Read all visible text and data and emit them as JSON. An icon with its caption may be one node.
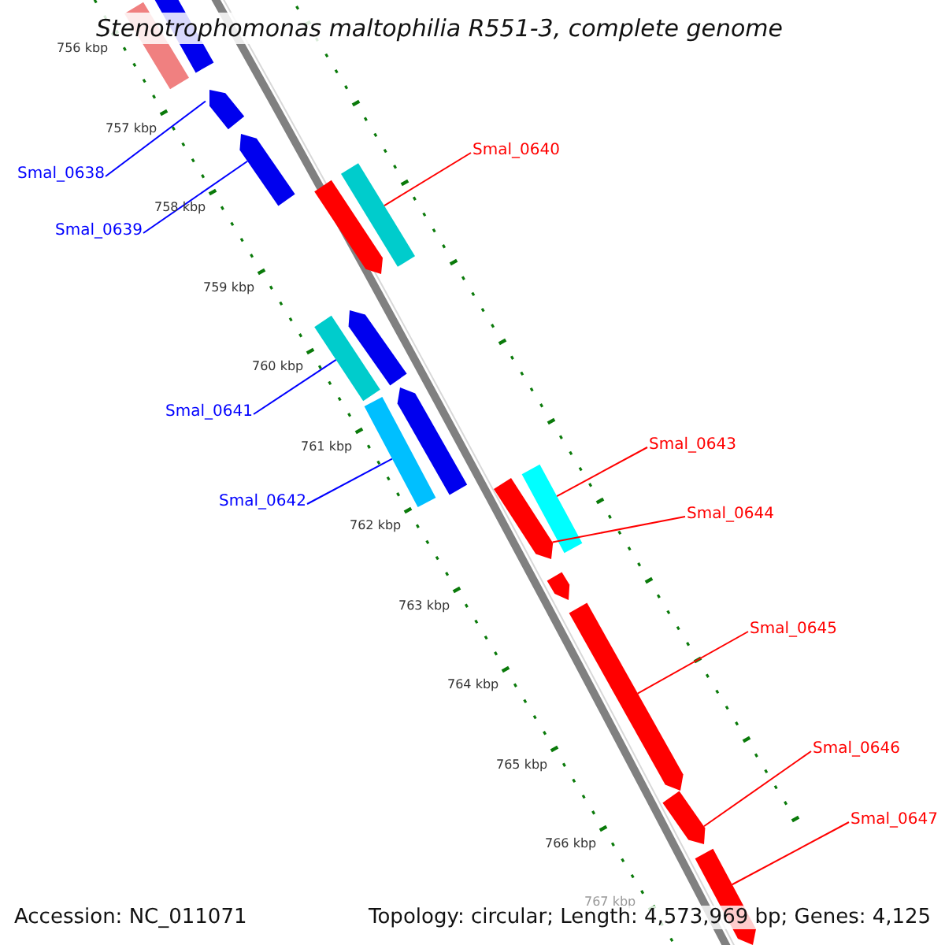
{
  "diagram": {
    "title": "Stenotrophomonas maltophilia R551-3, complete genome",
    "nodes": [
      {
        "text": [
          "Smal_0638"
        ]
      },
      {
        "text": [
          "Smal_0639"
        ]
      },
      {
        "text": [
          "Smal_0640"
        ]
      },
      {
        "text": [
          "Smal_0641"
        ]
      },
      {
        "text": [
          "Smal_0642"
        ]
      },
      {
        "text": [
          "Smal_0643"
        ]
      },
      {
        "text": [
          "Smal_0644"
        ]
      },
      {
        "text": [
          "Smal_0645"
        ]
      },
      {
        "text": [
          "Smal_0646"
        ]
      },
      {
        "text": [
          "Smal_0647"
        ]
      },
      {
        "text": [],
        "shape": "bar"
      },
      {
        "text": [],
        "shape": "bar"
      },
      {
        "text": [],
        "shape": "bar"
      },
      {
        "text": [],
        "shape": "bar"
      },
      {
        "text": [],
        "shape": "bar"
      },
      {
        "text": [],
        "shape": "bar"
      },
      {
        "text": [],
        "shape": "bar"
      },
      {
        "text": [],
        "shape": "bar"
      },
      {
        "text": [],
        "shape": "bar"
      },
      {
        "text": [],
        "shape": "bar"
      }
    ],
    "edges": [
      {
        "from": 0,
        "to": 10,
        "arrow": "none",
        "color": "#0000ff"
      },
      {
        "from": 1,
        "to": 11,
        "arrow": "none",
        "color": "#0000ff"
      },
      {
        "from": 2,
        "to": 12,
        "arrow": "none"
      },
      {
        "from": 3,
        "to": 13,
        "arrow": "none",
        "color": "#0000ff"
      },
      {
        "from": 4,
        "to": 14,
        "arrow": "none",
        "color": "#0000ff"
      },
      {
        "from": 5,
        "to": 15,
        "arrow": "none"
      },
      {
        "from": 6,
        "to": 16,
        "arrow": "none"
      },
      {
        "from": 7,
        "to": 17,
        "arrow": "none"
      },
      {
        "from": 8,
        "to": 18,
        "arrow": "none"
      },
      {
        "from": 9,
        "to": 19,
        "arrow": "none"
      }
    ],
    "labels": [
      "756 kbp",
      "757 kbp",
      "758 kbp",
      "759 kbp",
      "760 kbp",
      "761 kbp",
      "762 kbp",
      "763 kbp",
      "764 kbp",
      "765 kbp",
      "766 kbp",
      "767 kbp",
      "Accession: NC_011071",
      "Topology: circular; Length: 4,573,969 bp; Genes: 4,125"
    ]
  }
}
